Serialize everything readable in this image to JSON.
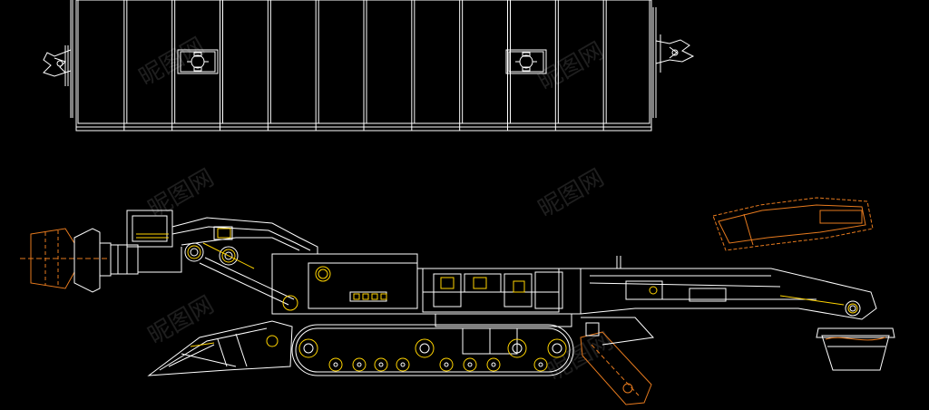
{
  "drawing": {
    "line_color": "#ffffff",
    "accent_color": "#ffd400",
    "orange_color": "#e67a1e",
    "background": "#000000"
  },
  "top_view": {
    "panel_count": 12,
    "lock_icons": [
      "lock-icon-left",
      "lock-icon-right"
    ]
  },
  "side_view": {
    "components": [
      "cutter-head",
      "cutting-arm",
      "crawler-track",
      "loading-shovel",
      "conveyor",
      "rear-ripper",
      "detached-conveyor-section",
      "tail-bucket"
    ]
  },
  "watermark": {
    "text": "昵图网",
    "color": "#3a3a3a"
  }
}
